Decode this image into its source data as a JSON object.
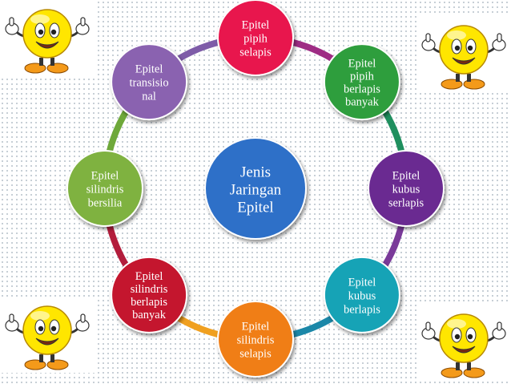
{
  "center": {
    "lines": [
      "Jenis",
      "Jaringan",
      "Epitel"
    ],
    "color": "#2f6fc8"
  },
  "nodes": [
    {
      "id": "epitel-pipih-selapis",
      "lines": [
        "Epitel",
        "pipih",
        "selapis"
      ],
      "color": "#e8164d"
    },
    {
      "id": "epitel-pipih-berlapis-banyak",
      "lines": [
        "Epitel",
        "pipih",
        "berlapis",
        "banyak"
      ],
      "color": "#2e9e3c"
    },
    {
      "id": "epitel-kubus-serlapis",
      "lines": [
        "Epitel",
        "kubus",
        "serlapis"
      ],
      "color": "#6a2c91"
    },
    {
      "id": "epitel-kubus-berlapis",
      "lines": [
        "Epitel",
        "kubus",
        "berlapis"
      ],
      "color": "#17a3b6"
    },
    {
      "id": "epitel-silindris-selapis",
      "lines": [
        "Epitel",
        "silindris",
        "selapis"
      ],
      "color": "#f07e16"
    },
    {
      "id": "epitel-silindris-berlapis-banyak",
      "lines": [
        "Epitel",
        "silindris",
        "berlapis",
        "banyak"
      ],
      "color": "#c4152f"
    },
    {
      "id": "epitel-silindris-bersilia",
      "lines": [
        "Epitel",
        "silindris",
        "bersilia"
      ],
      "color": "#7fb241"
    },
    {
      "id": "epitel-transisional",
      "lines": [
        "Epitel",
        "transisio",
        "nal"
      ],
      "color": "#8a62b0"
    }
  ],
  "ring_colors": [
    "#9e2c84",
    "#1f8f5e",
    "#7a3a99",
    "#1b87a8",
    "#f0a020",
    "#b31d3c",
    "#6ea83a",
    "#7e5ca8"
  ],
  "decorations": {
    "smiley_icon": "thumbs-up-smiley",
    "face_color": "#ffe600",
    "shoe_color": "#f49a1a"
  }
}
